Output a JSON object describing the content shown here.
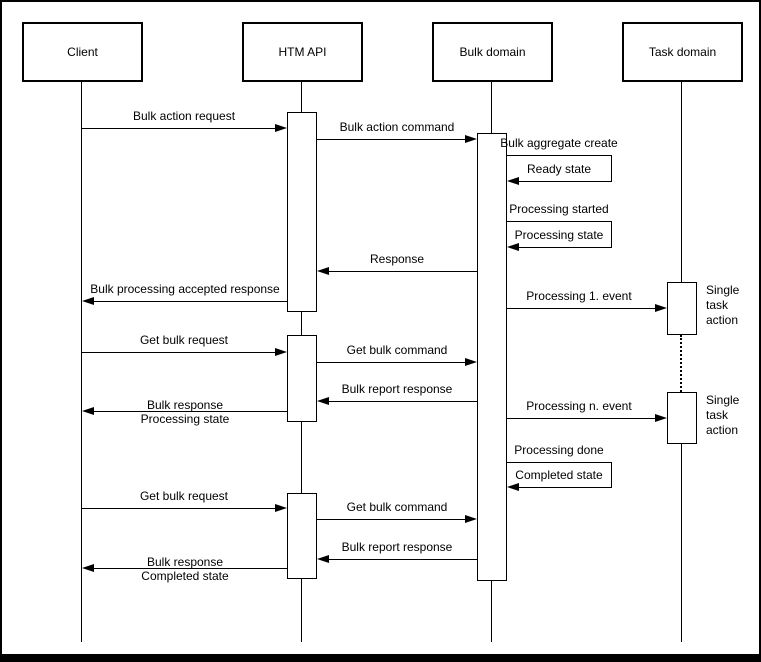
{
  "actors": [
    {
      "label": "Client"
    },
    {
      "label": "HTM API"
    },
    {
      "label": "Bulk domain"
    },
    {
      "label": "Task domain"
    }
  ],
  "messages": [
    {
      "label": "Bulk action request",
      "from": "Client",
      "to": "HTM API"
    },
    {
      "label": "Bulk action command",
      "from": "HTM API",
      "to": "Bulk domain"
    },
    {
      "label": "Response",
      "from": "Bulk domain",
      "to": "HTM API"
    },
    {
      "label": "Bulk processing accepted response",
      "from": "HTM API",
      "to": "Client"
    },
    {
      "label": "Processing 1. event",
      "from": "Bulk domain",
      "to": "Task domain"
    },
    {
      "label": "Get bulk request",
      "from": "Client",
      "to": "HTM API"
    },
    {
      "label": "Get bulk command",
      "from": "HTM API",
      "to": "Bulk domain"
    },
    {
      "label": "Bulk report response",
      "from": "Bulk domain",
      "to": "HTM API"
    },
    {
      "line1": "Bulk response",
      "line2": "Processing state",
      "from": "HTM API",
      "to": "Client"
    },
    {
      "label": "Processing n. event",
      "from": "Bulk domain",
      "to": "Task domain"
    },
    {
      "label": "Get bulk request",
      "from": "Client",
      "to": "HTM API"
    },
    {
      "label": "Get bulk command",
      "from": "HTM API",
      "to": "Bulk domain"
    },
    {
      "label": "Bulk report response",
      "from": "Bulk domain",
      "to": "HTM API"
    },
    {
      "line1": "Bulk response",
      "line2": "Completed state",
      "from": "HTM API",
      "to": "Client"
    }
  ],
  "self_messages": [
    {
      "call": "Bulk aggregate create",
      "return": "Ready state",
      "actor": "Bulk domain"
    },
    {
      "call": "Processing started",
      "return": "Processing state",
      "actor": "Bulk domain"
    },
    {
      "call": "Processing done",
      "return": "Completed state",
      "actor": "Bulk domain"
    }
  ],
  "task_notes": [
    {
      "text": "Single task action"
    },
    {
      "text": "Single task action"
    }
  ]
}
